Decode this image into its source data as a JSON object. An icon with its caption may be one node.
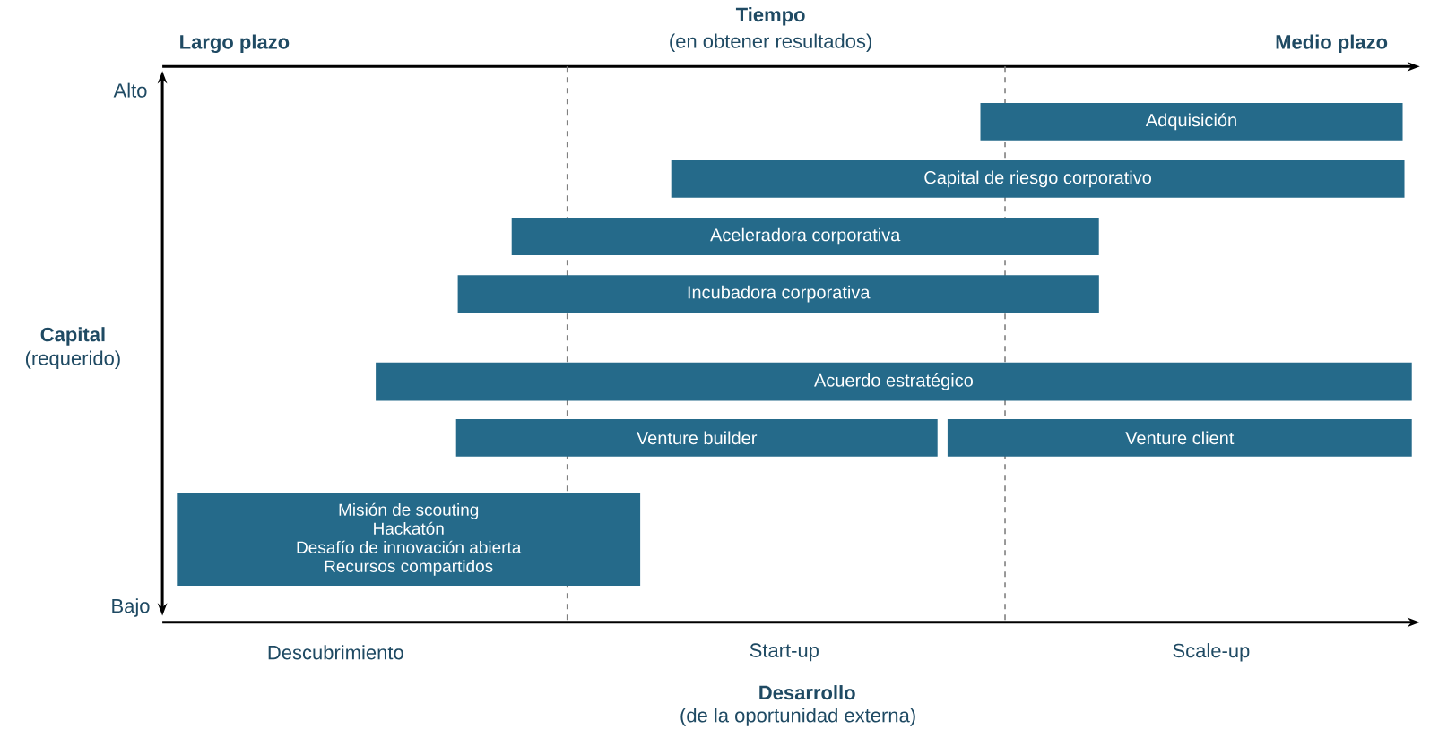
{
  "diagram": {
    "nodes": [
      {
        "text": [
          "Adquisición"
        ]
      },
      {
        "text": [
          "Capital de riesgo corporativo"
        ]
      },
      {
        "text": [
          "Aceleradora corporativa"
        ]
      },
      {
        "text": [
          "Incubadora corporativa"
        ]
      },
      {
        "text": [
          "Acuerdo estratégico"
        ]
      },
      {
        "text": [
          "Venture builder"
        ]
      },
      {
        "text": [
          "Venture client"
        ]
      },
      {
        "text": [
          "Misión de scouting",
          "Hackatón",
          "Desafío de innovación abierta",
          "Recursos compartidos"
        ]
      }
    ],
    "labels": [
      "Tiempo",
      "Largo plazo",
      "(en obtener resultados)",
      "Medio plazo",
      "Alto",
      "Bajo",
      "Capital",
      "(requerido)",
      "Descubrimiento",
      "Start-up",
      "Scale-up",
      "Desarrollo",
      "(de la oportunidad externa)"
    ]
  }
}
